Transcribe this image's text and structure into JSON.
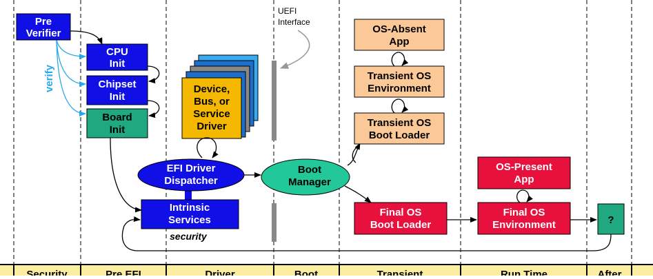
{
  "blocks": {
    "pre_verifier": [
      "Pre",
      "Verifier"
    ],
    "cpu_init": [
      "CPU",
      "Init"
    ],
    "chipset_init": [
      "Chipset",
      "Init"
    ],
    "board_init": [
      "Board",
      "Init"
    ],
    "device_driver": [
      "Device,",
      "Bus, or",
      "Service",
      "Driver"
    ],
    "efi_dispatcher": [
      "EFI Driver",
      "Dispatcher"
    ],
    "intrinsic_services": [
      "Intrinsic",
      "Services"
    ],
    "boot_manager": [
      "Boot",
      "Manager"
    ],
    "os_absent_app": [
      "OS-Absent",
      "App"
    ],
    "transient_os_env": [
      "Transient OS",
      "Environment"
    ],
    "transient_os_boot_loader": [
      "Transient OS",
      "Boot Loader"
    ],
    "final_os_boot_loader": [
      "Final OS",
      "Boot Loader"
    ],
    "os_present_app": [
      "OS-Present",
      "App"
    ],
    "final_os_env": [
      "Final OS",
      "Environment"
    ],
    "after_box": [
      "?"
    ]
  },
  "labels": {
    "verify": "verify",
    "security": "security",
    "uefi_interface": [
      "UEFI",
      "Interface"
    ]
  },
  "phases": [
    "Security",
    "Pre EFI",
    "Driver",
    "Boot",
    "Transient",
    "Run Time",
    "After"
  ],
  "colors": {
    "blue": "#1010e6",
    "gold": "#f5b800",
    "teal": "#20a880",
    "peach": "#fbc898",
    "red": "#e8103c",
    "green_ellipse": "#22c79a",
    "cyan_arrow": "#28a8e8",
    "phase_bar": "#fbeea0"
  }
}
